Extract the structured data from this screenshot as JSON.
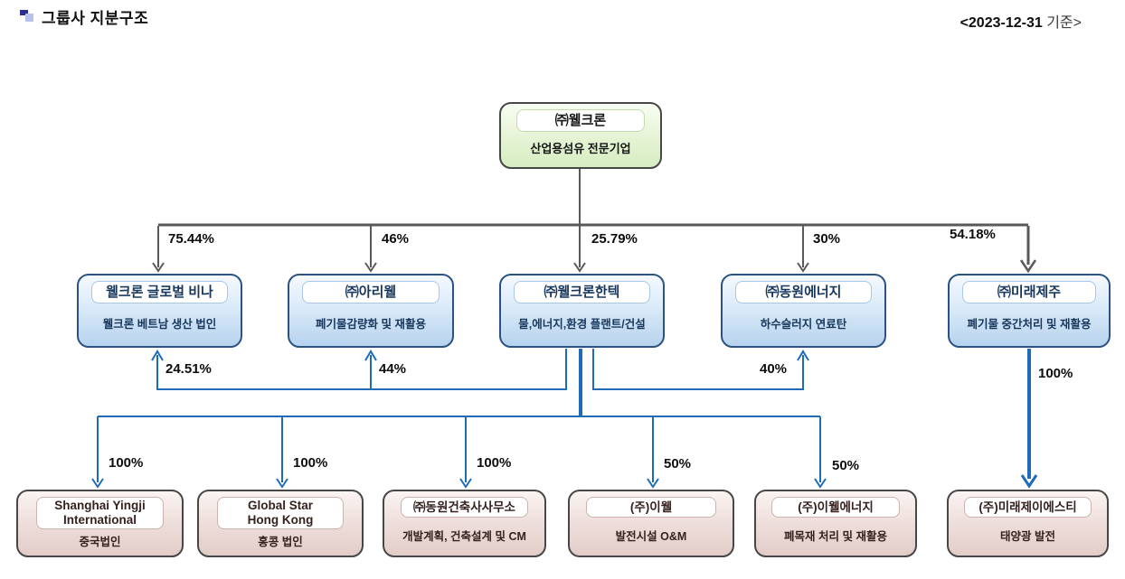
{
  "header": {
    "title": "그룹사 지분구조",
    "date_value": "<2023-12-31",
    "date_label": "기준>"
  },
  "colors": {
    "parent_connector": "#595959",
    "subsidiary_connector": "#1e6bb8",
    "root_fill": "#d5edc0",
    "level2_fill": "#b7d3ee",
    "level3_fill": "#e2ccc8"
  },
  "root": {
    "title": "㈜웰크론",
    "subtitle": "산업용섬유 전문기업"
  },
  "level2": [
    {
      "title": "웰크론 글로벌 비나",
      "subtitle": "웰크론 베트남 생산 법인",
      "ownership": "75.44%"
    },
    {
      "title": "㈜아리웰",
      "subtitle": "폐기물감량화 및 재활용",
      "ownership": "46%"
    },
    {
      "title": "㈜웰크론한텍",
      "subtitle": "물,에너지,환경 플랜트/건설",
      "ownership": "25.79%"
    },
    {
      "title": "㈜동원에너지",
      "subtitle": "하수슬러지 연료탄",
      "ownership": "30%"
    },
    {
      "title": "㈜미래제주",
      "subtitle": "폐기물 중간처리 및 재활용",
      "ownership": "54.18%"
    }
  ],
  "cross_holdings": [
    {
      "owner": "㈜웰크론한텍",
      "target": "웰크론 글로벌 비나",
      "ownership": "24.51%"
    },
    {
      "owner": "㈜웰크론한텍",
      "target": "㈜아리웰",
      "ownership": "44%"
    },
    {
      "owner": "㈜웰크론한텍",
      "target": "㈜동원에너지",
      "ownership": "40%"
    }
  ],
  "level3": [
    {
      "title_line1": "Shanghai Yingji",
      "title_line2": "International",
      "subtitle": "중국법인",
      "ownership": "100%",
      "parent": "㈜웰크론한텍"
    },
    {
      "title_line1": "Global Star",
      "title_line2": "Hong Kong",
      "subtitle": "홍콩 법인",
      "ownership": "100%",
      "parent": "㈜웰크론한텍"
    },
    {
      "title": "㈜동원건축사사무소",
      "subtitle": "개발계획, 건축설계 및 CM",
      "ownership": "100%",
      "parent": "㈜웰크론한텍"
    },
    {
      "title": "(주)이웰",
      "subtitle": "발전시설 O&M",
      "ownership": "50%",
      "parent": "㈜웰크론한텍"
    },
    {
      "title": "(주)이웰에너지",
      "subtitle": "폐목재 처리 및 재활용",
      "ownership": "50%",
      "parent": "㈜웰크론한텍"
    },
    {
      "title": "(주)미래제이에스티",
      "subtitle": "태양광 발전",
      "ownership": "100%",
      "parent": "㈜미래제주"
    }
  ]
}
